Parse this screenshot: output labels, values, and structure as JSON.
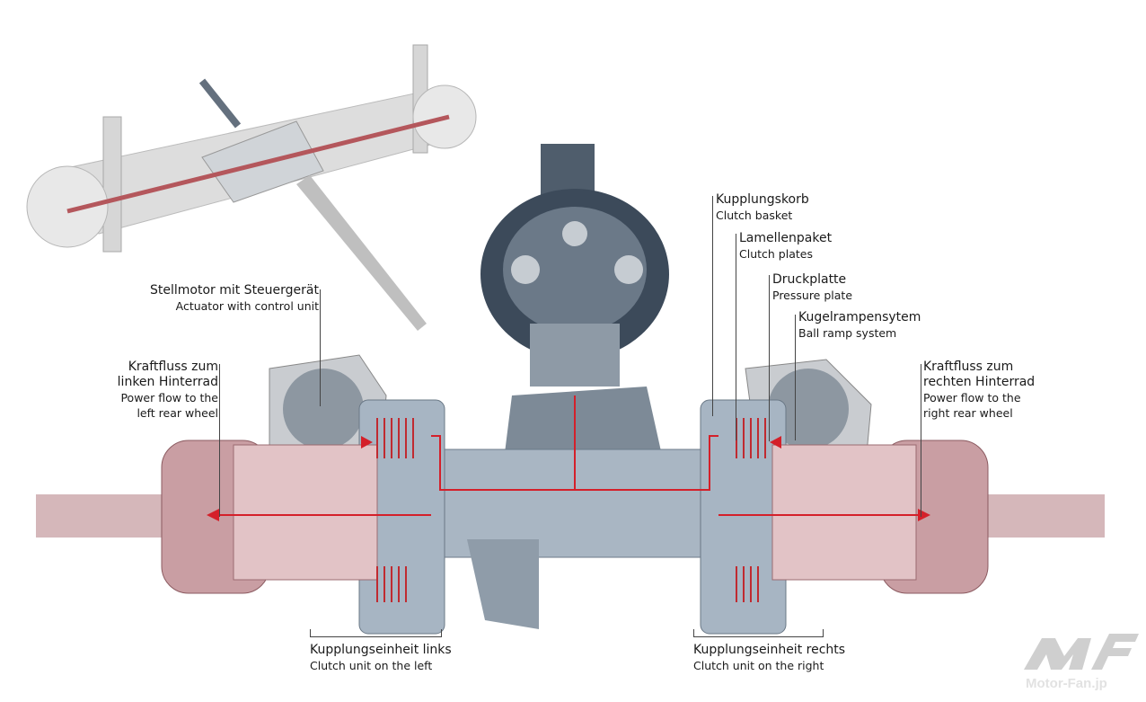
{
  "labels": {
    "actuator": {
      "de": "Stellmotor mit Steuergerät",
      "en": "Actuator with control unit"
    },
    "flow_left": {
      "de1": "Kraftfluss zum",
      "de2": "linken Hinterrad",
      "en1": "Power flow to the",
      "en2": "left rear wheel"
    },
    "flow_right": {
      "de1": "Kraftfluss zum",
      "de2": "rechten Hinterrad",
      "en1": "Power flow to the",
      "en2": "right rear wheel"
    },
    "clutch_basket": {
      "de": "Kupplungskorb",
      "en": "Clutch basket"
    },
    "clutch_plates": {
      "de": "Lamellenpaket",
      "en": "Clutch plates"
    },
    "pressure_plate": {
      "de": "Druckplatte",
      "en": "Pressure plate"
    },
    "ball_ramp": {
      "de": "Kugelrampensytem",
      "en": "Ball ramp system"
    },
    "unit_left": {
      "de": "Kupplungseinheit links",
      "en": "Clutch unit on the left"
    },
    "unit_right": {
      "de": "Kupplungseinheit rechts",
      "en": "Clutch unit on the right"
    }
  },
  "watermark": {
    "text": "Motor-Fan.jp"
  },
  "colors": {
    "housing": "#9aa8b8",
    "shaft": "#c9a2a6",
    "arrow": "#d4202a",
    "dark": "#3c4a5a"
  }
}
